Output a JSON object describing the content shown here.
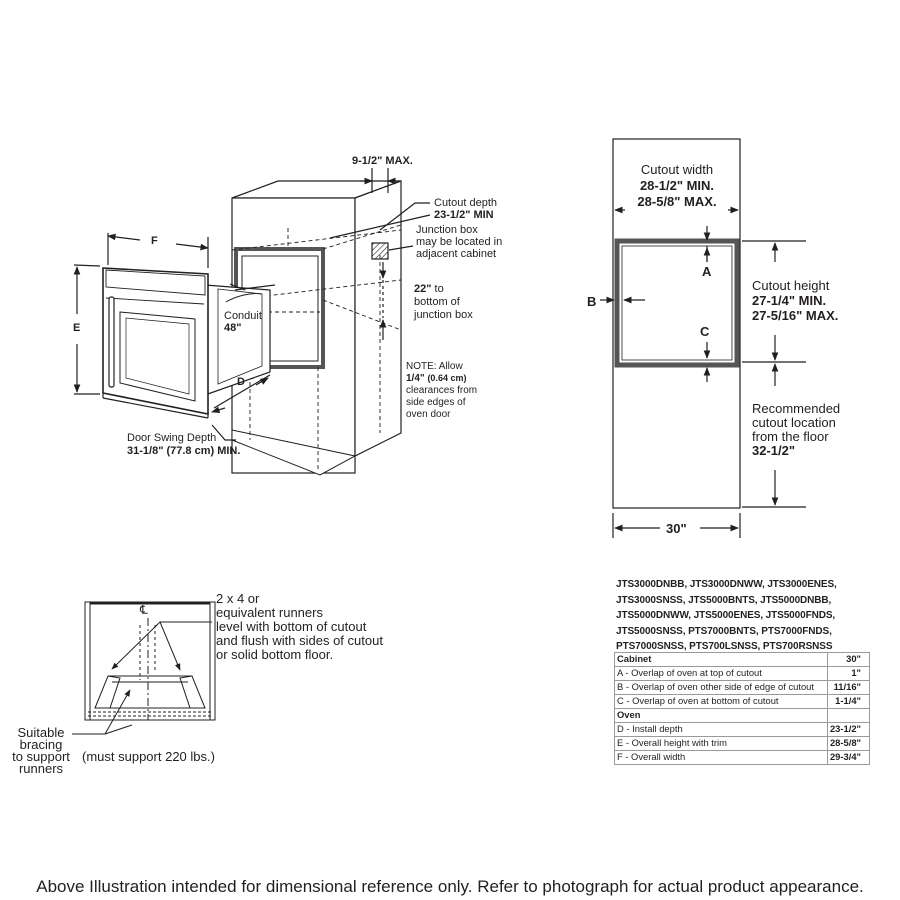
{
  "labels": {
    "nine_half_max": "9-1/2\" MAX.",
    "cutout_depth_label": "Cutout depth",
    "cutout_depth_value": "23-1/2\" MIN",
    "junction_box": [
      "Junction box",
      "may be located in",
      "adjacent cabinet"
    ],
    "f": "F",
    "e": "E",
    "d": "D",
    "conduit_label": "Conduit",
    "conduit_value": "48\"",
    "twenty_two": "22\"",
    "twenty_two_rest": [
      "to",
      "bottom of",
      "junction box"
    ],
    "note_line1": "NOTE: Allow",
    "note_bold": "1/4\"",
    "note_cm": "(0.64 cm)",
    "note_rest": [
      "clearances from",
      "side edges of",
      "oven door"
    ],
    "door_swing_label": "Door Swing Depth",
    "door_swing_value": "31-1/8\" (77.8 cm) MIN."
  },
  "cutout": {
    "width_label": "Cutout width",
    "width_min": "28-1/2\" MIN.",
    "width_max": "28-5/8\" MAX.",
    "a": "A",
    "b": "B",
    "c": "C",
    "height_label": "Cutout height",
    "height_min": "27-1/4\" MIN.",
    "height_max": "27-5/16\" MAX.",
    "floor_lines": [
      "Recommended",
      "cutout location",
      "from the floor"
    ],
    "floor_value": "32-1/2\"",
    "width_30": "30\""
  },
  "runners": {
    "centerline": "℄",
    "text": [
      "2 x 4 or",
      "equivalent runners",
      "level with bottom of cutout",
      "and flush with sides of cutout",
      "or solid bottom floor."
    ],
    "bracing": [
      "Suitable",
      "bracing",
      "to support",
      "runners"
    ],
    "support_note": "(must support 220 lbs.)"
  },
  "models": [
    "JTS3000DNBB, JTS3000DNWW, JTS3000ENES,",
    "JTS3000SNSS, JTS5000BNTS, JTS5000DNBB,",
    "JTS5000DNWW, JTS5000ENES, JTS5000FNDS,",
    "JTS5000SNSS, PTS7000BNTS, PTS7000FNDS,",
    "PTS7000SNSS, PTS700LSNSS, PTS700RSNSS"
  ],
  "spec_table": {
    "cabinet_header": "Cabinet",
    "cabinet_header_value": "30\"",
    "cabinet_rows": [
      {
        "label": "A - Overlap of oven at top of cutout",
        "value": "1\""
      },
      {
        "label": "B - Overlap of oven other side of edge of cutout",
        "value": "11/16\""
      },
      {
        "label": "C - Overlap of oven at bottom of cutout",
        "value": "1-1/4\""
      }
    ],
    "oven_header": "Oven",
    "oven_rows": [
      {
        "label": "D - Install depth",
        "value": "23-1/2\""
      },
      {
        "label": "E - Overall height with trim",
        "value": "28-5/8\""
      },
      {
        "label": "F - Overall width",
        "value": "29-3/4\""
      }
    ]
  },
  "footer": "Above Illustration intended for dimensional reference only. Refer to photograph for actual product appearance."
}
